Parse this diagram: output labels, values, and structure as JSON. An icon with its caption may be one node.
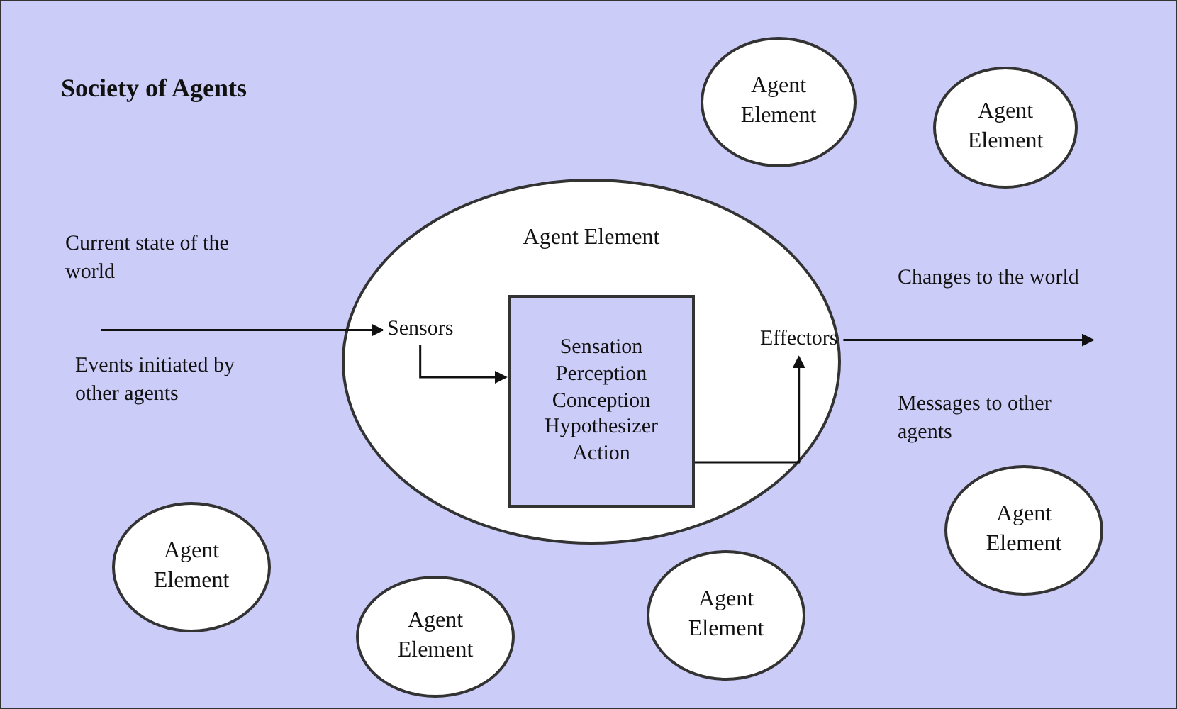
{
  "diagram": {
    "title": "Society of Agents",
    "nodes": [
      {
        "text": [
          "Agent Element"
        ]
      },
      {
        "text": [
          "Agent Element"
        ]
      },
      {
        "text": [
          "Agent Element"
        ]
      },
      {
        "text": [
          "Sensors"
        ],
        "in": 2
      },
      {
        "text": [
          "Sensation",
          "Perception",
          "Conception",
          "Hypothesizer",
          "Action"
        ],
        "in": 2
      },
      {
        "text": [
          "Effectors"
        ],
        "in": 2
      },
      {
        "text": [
          "Agent Element"
        ]
      },
      {
        "text": [
          "Agent Element"
        ]
      },
      {
        "text": [
          "Agent Element"
        ]
      },
      {
        "text": [
          "Agent Element"
        ]
      }
    ],
    "edges": [
      {
        "from": null,
        "to": 3,
        "arrow": "to"
      },
      {
        "from": 3,
        "to": 4,
        "arrow": "to"
      },
      {
        "from": 4,
        "to": 5,
        "arrow": "to"
      },
      {
        "from": 5,
        "to": null,
        "arrow": "to"
      }
    ],
    "labels": [
      "Current state of the world",
      "Changes to the world",
      "Events initiated by other agents",
      "Messages to other agents"
    ]
  }
}
